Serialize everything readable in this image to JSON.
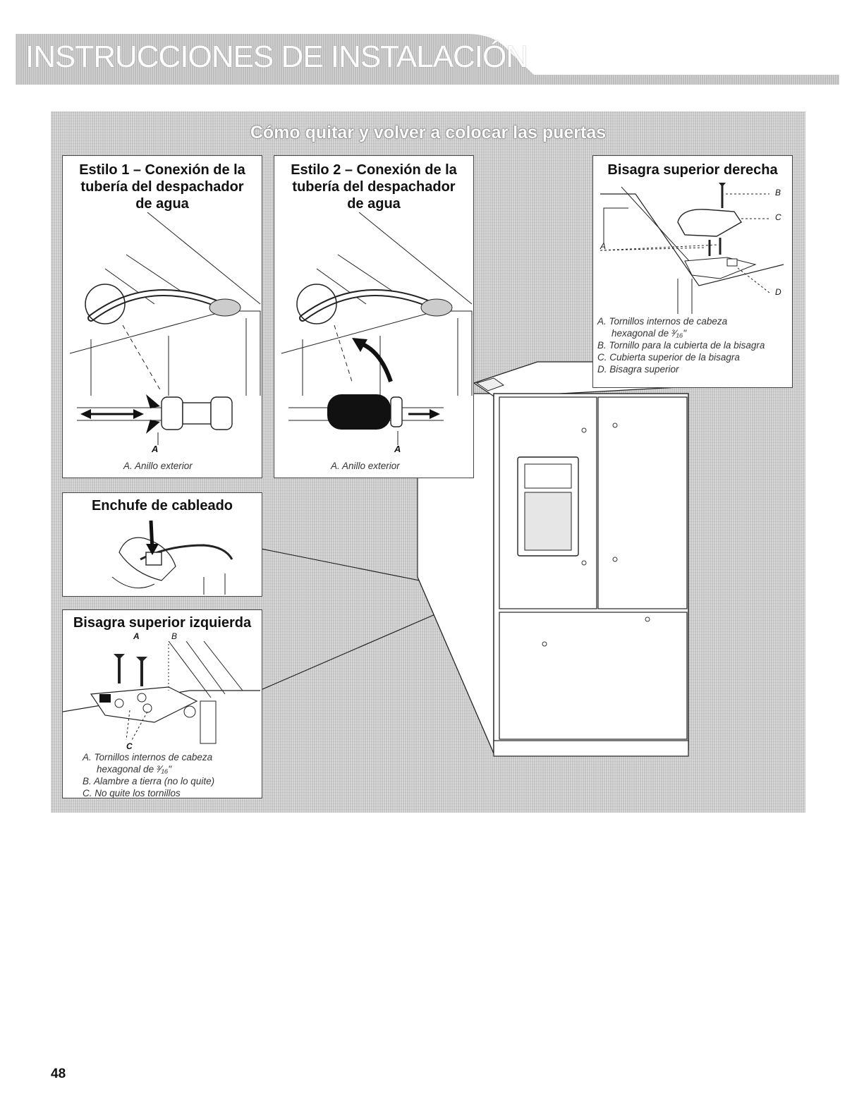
{
  "header": {
    "title": "INSTRUCCIONES DE INSTALACIÓN"
  },
  "main": {
    "title": "Cómo quitar y volver a colocar las puertas"
  },
  "style1": {
    "title_line1": "Estilo 1 – Conexión de la",
    "title_line2": "tubería del despachador",
    "title_line3": "de agua",
    "label_a": "A",
    "caption": "A. Anillo exterior"
  },
  "style2": {
    "title_line1": "Estilo 2 – Conexión de la",
    "title_line2": "tubería del despachador",
    "title_line3": "de agua",
    "label_a": "A",
    "caption": "A. Anillo exterior"
  },
  "wiring": {
    "title": "Enchufe de cableado"
  },
  "left_hinge": {
    "title": "Bisagra superior izquierda",
    "label_a": "A",
    "label_b": "B",
    "label_c": "C",
    "legend": [
      "A. Tornillos internos de cabeza",
      "hexagonal de ³⁄₁₆\"",
      "B. Alambre a tierra (no lo quite)",
      "C. No quite los tornillos"
    ]
  },
  "right_hinge": {
    "title": "Bisagra superior derecha",
    "label_a": "A",
    "label_b": "B",
    "label_c": "C",
    "label_d": "D",
    "legend": [
      "A. Tornillos internos de cabeza",
      "hexagonal de ³⁄₁₆\"",
      "B. Tornillo para la cubierta de la bisagra",
      "C. Cubierta superior de la bisagra",
      "D. Bisagra superior"
    ]
  },
  "page": {
    "number": "48"
  }
}
